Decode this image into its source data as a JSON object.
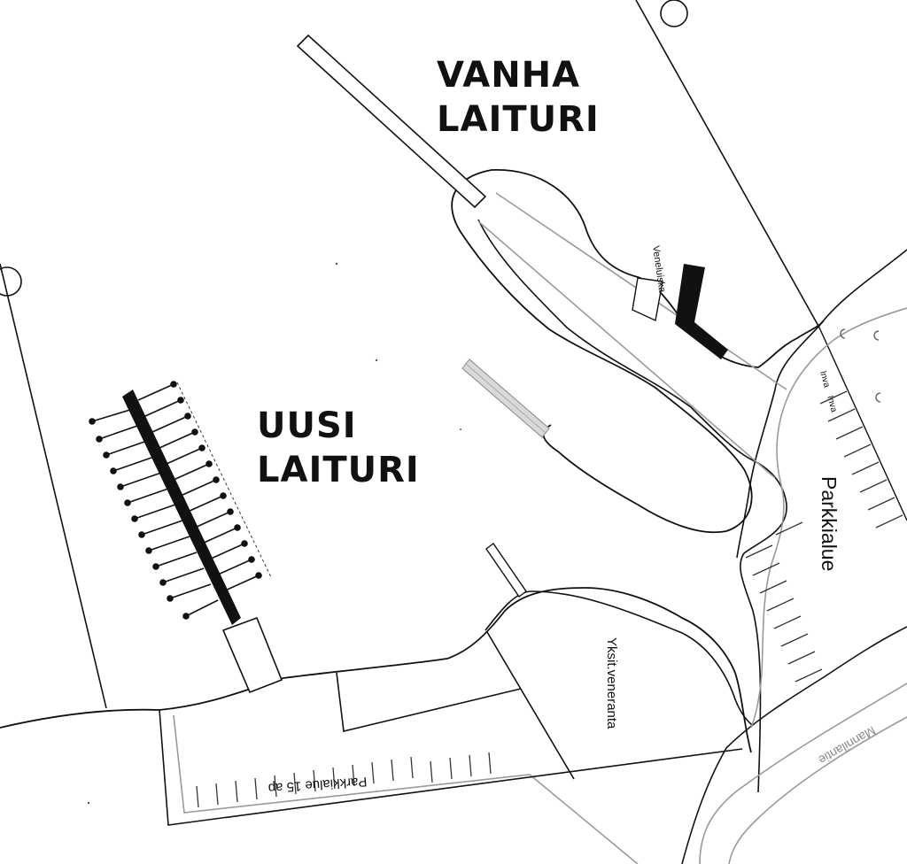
{
  "labels": {
    "old_pier_line1": "VANHA",
    "old_pier_line2": "LAITURI",
    "new_pier_line1": "UUSI",
    "new_pier_line2": "LAITURI",
    "boat_ramp": "Veneluiska",
    "parking_main": "Parkkialue",
    "parking_15": "Parkkialue 15 ap",
    "private_shore": "Yksit.veneranta",
    "road": "Mannilantie",
    "accessible_1": "Inva",
    "accessible_2": "Inva"
  },
  "colors": {
    "ink": "#111111",
    "road_gray": "#9a9a9a",
    "background": "#ffffff"
  }
}
